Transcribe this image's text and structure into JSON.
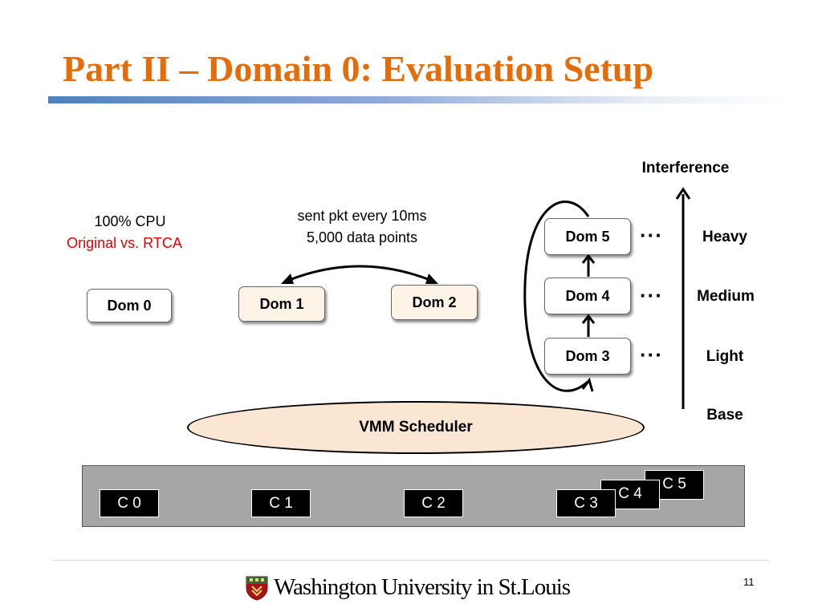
{
  "slide": {
    "title": "Part II – Domain 0: Evaluation Setup",
    "page_number": "11"
  },
  "notes": {
    "cpu_line1": "100% CPU",
    "cpu_line2": "Original vs. RTCA",
    "pkt_line1": "sent pkt every 10ms",
    "pkt_line2": "5,000 data points"
  },
  "domains": {
    "dom0": "Dom 0",
    "dom1": "Dom 1",
    "dom2": "Dom 2",
    "dom3": "Dom 3",
    "dom4": "Dom 4",
    "dom5": "Dom 5"
  },
  "interference": {
    "axis_label": "Interference",
    "heavy": "Heavy",
    "medium": "Medium",
    "light": "Light",
    "base": "Base",
    "dots": "···"
  },
  "scheduler": {
    "label": "VMM Scheduler"
  },
  "cores": [
    "C 0",
    "C 1",
    "C 2",
    "C 3",
    "C 4",
    "C 5"
  ],
  "footer": {
    "university": "Washington University in St.Louis"
  },
  "colors": {
    "title": "#e46c0a",
    "accent_red": "#e00000",
    "scheduler_fill": "#fbe6d4",
    "dom_beige": "#fdf3e6",
    "cpu_bar": "#a6a6a6",
    "crest_red": "#a51417",
    "crest_green": "#2f6b3a"
  }
}
